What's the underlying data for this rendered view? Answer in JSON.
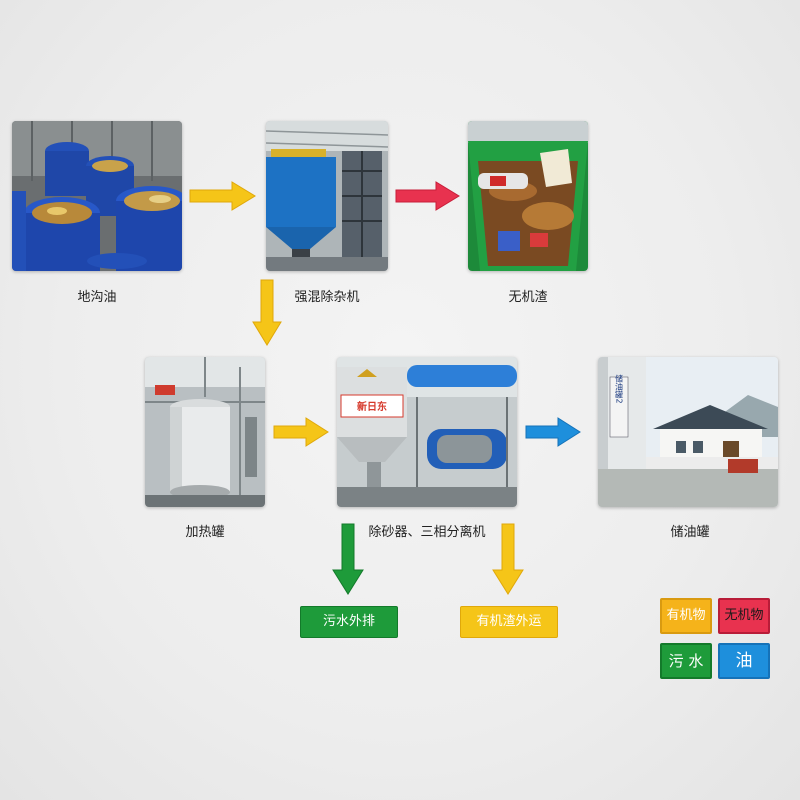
{
  "nodes": {
    "gutter_oil": "地沟油",
    "mixer": "强混除杂机",
    "inorganic_residue": "无机渣",
    "heating_tank": "加热罐",
    "separator": "除砂器、三相分离机",
    "oil_tank": "储油罐"
  },
  "outputs": {
    "sewage": "污水外排",
    "organic_residue": "有机渣外运"
  },
  "legend": {
    "organic": "有机物",
    "inorganic": "无机物",
    "sewage": "污 水",
    "oil": "油"
  },
  "photo_text": {
    "separator_sign": "新日东",
    "oil_tank_label": "储油罐2"
  },
  "colors": {
    "organic": "#f5c518",
    "inorganic": "#e8324f",
    "sewage": "#1e9b3a",
    "oil": "#1e8fdc"
  }
}
